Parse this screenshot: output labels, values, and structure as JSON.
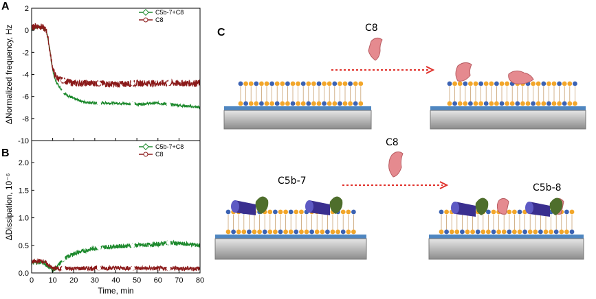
{
  "panels": {
    "a": "A",
    "b": "B",
    "c": "C"
  },
  "colors": {
    "series1": "#1e8a2e",
    "series2": "#8b1a1a",
    "arrow": "#e0302a"
  },
  "chart_data": [
    {
      "id": "A",
      "type": "line",
      "xlabel": "",
      "ylabel": "ΔNormalized frequency, Hz",
      "xlim": [
        0,
        80
      ],
      "ylim": [
        -10,
        2
      ],
      "xticks": [
        0,
        10,
        20,
        30,
        40,
        50,
        60,
        70,
        80
      ],
      "yticks": [
        2,
        0,
        -2,
        -4,
        -6,
        -8,
        -10
      ],
      "legend_position": "top-right",
      "series": [
        {
          "name": "C5b-7+C8",
          "color": "#1e8a2e",
          "noise": 0.12,
          "x": [
            0,
            2,
            5,
            7,
            8,
            9,
            10,
            11,
            12,
            14,
            16,
            20,
            25,
            30,
            40,
            50,
            60,
            70,
            80
          ],
          "y": [
            0.1,
            0.3,
            0.3,
            0.0,
            -1.0,
            -2.3,
            -3.6,
            -4.4,
            -4.8,
            -5.3,
            -5.8,
            -6.2,
            -6.5,
            -6.6,
            -6.6,
            -6.7,
            -6.6,
            -6.8,
            -7.0
          ],
          "markers_x": [
            15,
            32,
            48,
            65
          ]
        },
        {
          "name": "C8",
          "color": "#8b1a1a",
          "noise": 0.3,
          "x": [
            0,
            2,
            5,
            7,
            8,
            9,
            10,
            11,
            12,
            14,
            16,
            20,
            30,
            40,
            50,
            60,
            70,
            80
          ],
          "y": [
            0.2,
            0.4,
            0.3,
            0.0,
            -1.0,
            -2.3,
            -3.4,
            -4.0,
            -4.3,
            -4.5,
            -4.6,
            -4.8,
            -4.8,
            -4.9,
            -4.8,
            -4.8,
            -4.8,
            -4.8
          ],
          "markers_x": [
            15,
            32,
            48,
            65
          ]
        }
      ]
    },
    {
      "id": "B",
      "type": "line",
      "xlabel": "Time, min",
      "ylabel": "ΔDissipation, 10⁻⁶",
      "xlim": [
        0,
        80
      ],
      "ylim": [
        0,
        2.4
      ],
      "xticks": [
        0,
        10,
        20,
        30,
        40,
        50,
        60,
        70,
        80
      ],
      "yticks": [
        0.0,
        0.5,
        1.0,
        1.5,
        2.0
      ],
      "legend_position": "top-right",
      "series": [
        {
          "name": "C5b-7+C8",
          "color": "#1e8a2e",
          "noise": 0.04,
          "x": [
            0,
            5,
            8,
            10,
            12,
            15,
            20,
            25,
            30,
            35,
            40,
            50,
            60,
            65,
            70,
            75,
            80
          ],
          "y": [
            0.18,
            0.2,
            0.12,
            0.05,
            0.1,
            0.25,
            0.35,
            0.4,
            0.45,
            0.47,
            0.48,
            0.5,
            0.52,
            0.55,
            0.53,
            0.52,
            0.5
          ],
          "markers_x": [
            15,
            32,
            48,
            65
          ]
        },
        {
          "name": "C8",
          "color": "#8b1a1a",
          "noise": 0.04,
          "x": [
            0,
            5,
            8,
            10,
            12,
            20,
            40,
            60,
            80
          ],
          "y": [
            0.2,
            0.22,
            0.15,
            0.08,
            0.08,
            0.08,
            0.09,
            0.08,
            0.08
          ],
          "markers_x": [
            15,
            32,
            48,
            65
          ]
        }
      ]
    }
  ],
  "schematic": {
    "label_c8_top": "C8",
    "label_c8_bottom": "C8",
    "label_c5b7": "C5b-7",
    "label_c5b8": "C5b-8"
  }
}
